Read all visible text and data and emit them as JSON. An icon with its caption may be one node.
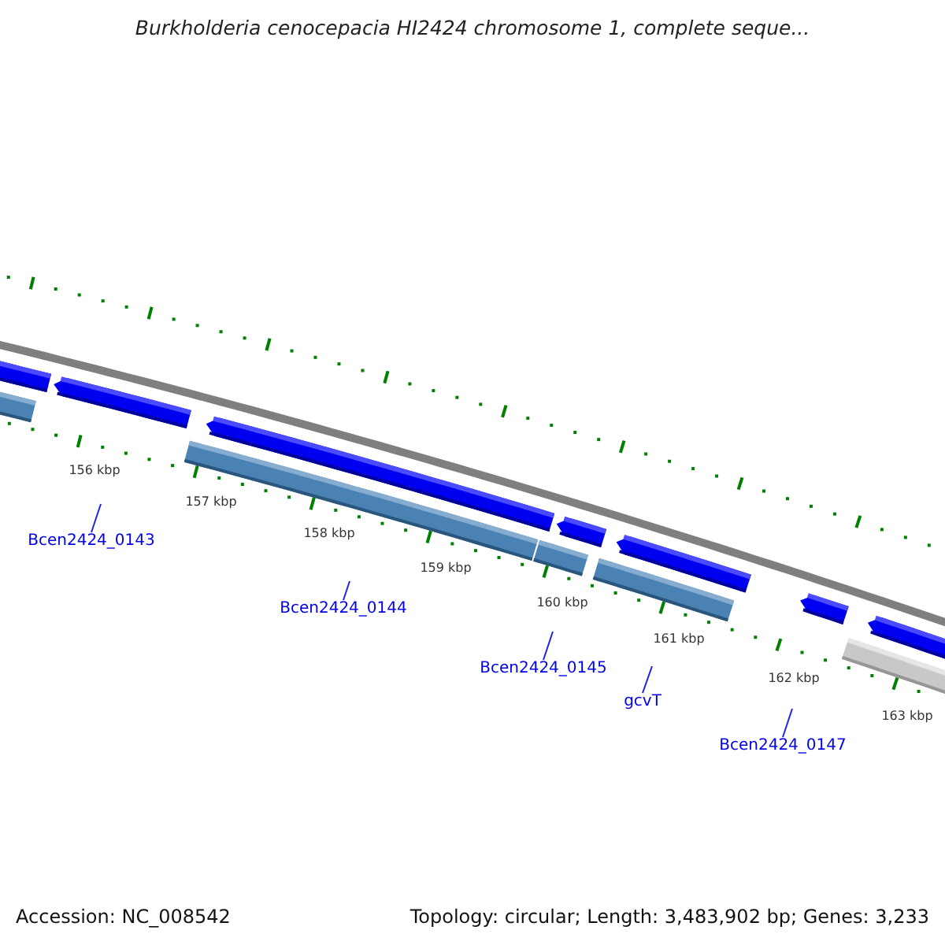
{
  "diagram": {
    "title": "Burkholderia cenocepacia HI2424 chromosome 1, complete seque...",
    "nodes": [
      {
        "text": [
          "Bcen2424_0143"
        ]
      },
      {
        "text": [
          "Bcen2424_0144"
        ]
      },
      {
        "text": [
          "Bcen2424_0145"
        ]
      },
      {
        "text": [
          "gcvT"
        ]
      },
      {
        "text": [
          "Bcen2424_0147"
        ]
      }
    ],
    "edges": [
      {
        "from": 0,
        "to": null,
        "arrow": "none"
      },
      {
        "from": 1,
        "to": null,
        "arrow": "none"
      },
      {
        "from": 2,
        "to": null,
        "arrow": "none"
      },
      {
        "from": 3,
        "to": null,
        "arrow": "none"
      },
      {
        "from": 4,
        "to": null,
        "arrow": "none"
      }
    ],
    "labels": [
      "156 kbp",
      "157 kbp",
      "158 kbp",
      "159 kbp",
      "160 kbp",
      "161 kbp",
      "162 kbp",
      "163 kbp",
      "Accession: NC_008542",
      "Topology: circular; Length: 3,483,902 bp; Genes: 3,233"
    ]
  }
}
